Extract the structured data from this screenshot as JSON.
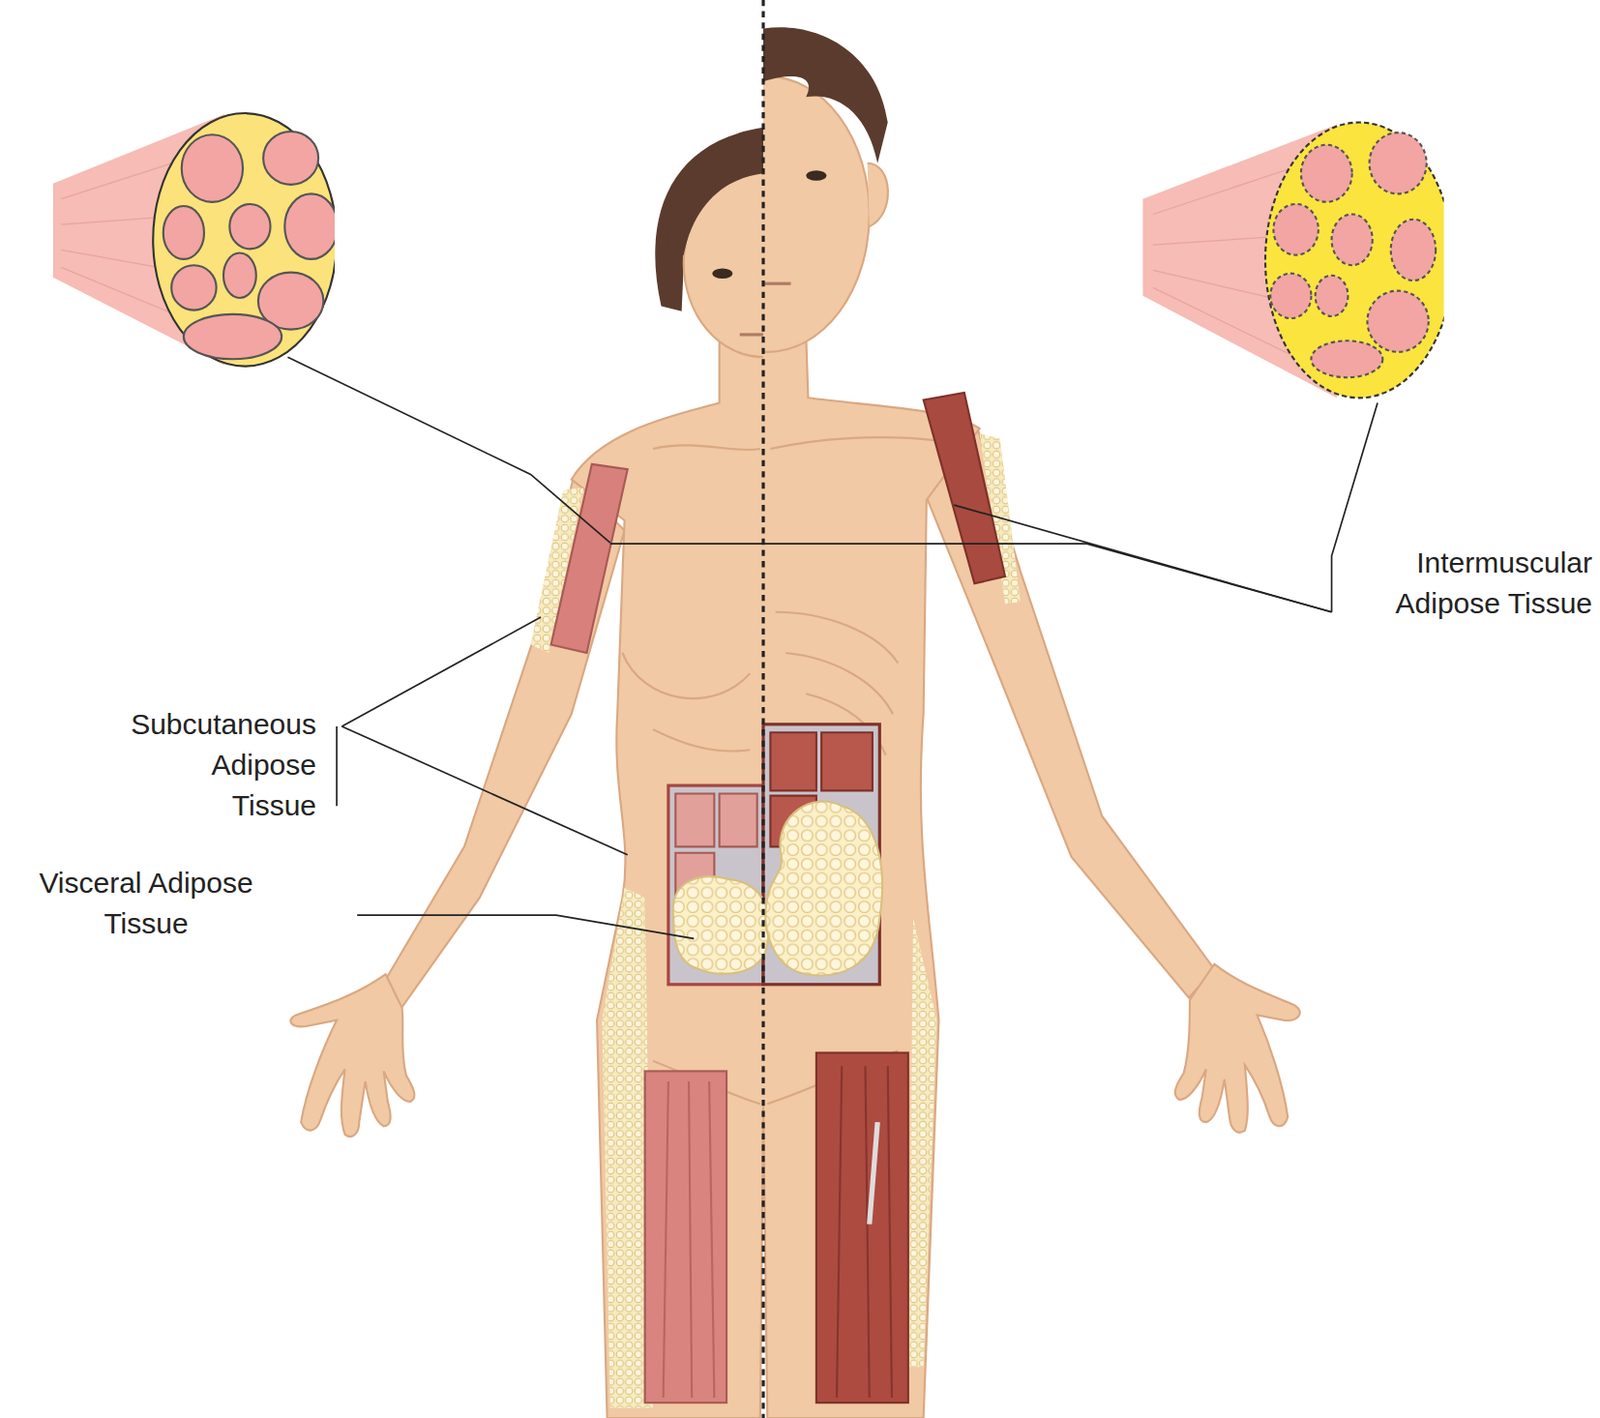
{
  "diagram": {
    "labels": [
      "Intermuscular Adipose Tissue",
      "Subcutaneous Adipose Tissue",
      "Visceral Adipose Tissue"
    ]
  }
}
